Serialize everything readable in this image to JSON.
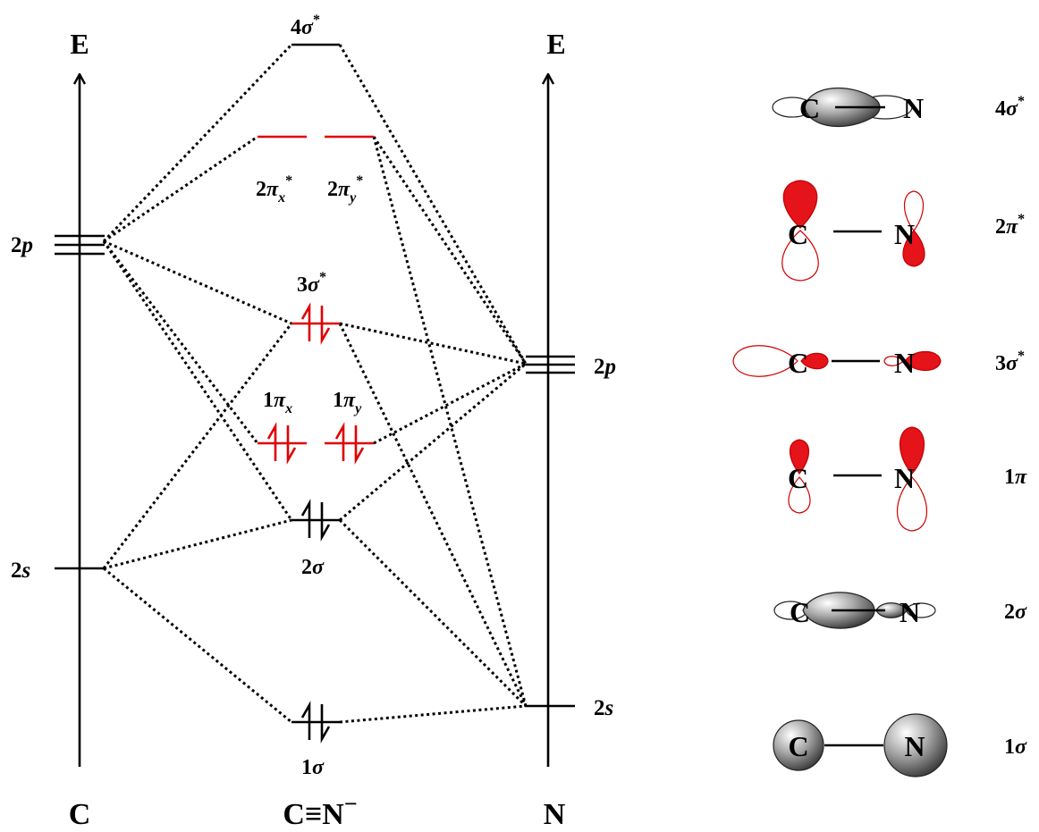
{
  "axes": {
    "left_energy": "E",
    "right_energy": "E",
    "left_atom": "C",
    "center_molecule": "C≡N",
    "center_charge": "−",
    "right_atom": "N"
  },
  "atomic_orbitals": {
    "c_2p": {
      "num": "2",
      "sym": "p"
    },
    "c_2s": {
      "num": "2",
      "sym": "s"
    },
    "n_2p": {
      "num": "2",
      "sym": "p"
    },
    "n_2s": {
      "num": "2",
      "sym": "s"
    }
  },
  "molecular_orbitals": {
    "sigma4_star": {
      "num": "4",
      "sym": "σ",
      "sup": "*"
    },
    "pi2x_star": {
      "num": "2",
      "sym": "π",
      "sub": "x",
      "sup": "*"
    },
    "pi2y_star": {
      "num": "2",
      "sym": "π",
      "sub": "y",
      "sup": "*"
    },
    "sigma3_star": {
      "num": "3",
      "sym": "σ",
      "sup": "*"
    },
    "pi1x": {
      "num": "1",
      "sym": "π",
      "sub": "x"
    },
    "pi1y": {
      "num": "1",
      "sym": "π",
      "sub": "y"
    },
    "sigma2": {
      "num": "2",
      "sym": "σ"
    },
    "sigma1": {
      "num": "1",
      "sym": "σ"
    }
  },
  "orbital_pictures": {
    "atom_c": "C",
    "atom_n": "N",
    "rows": [
      {
        "num": "4",
        "sym": "σ",
        "sup": "*"
      },
      {
        "num": "2",
        "sym": "π",
        "sup": "*"
      },
      {
        "num": "3",
        "sym": "σ",
        "sup": "*"
      },
      {
        "num": "1",
        "sym": "π"
      },
      {
        "num": "2",
        "sym": "σ"
      },
      {
        "num": "1",
        "sym": "σ"
      }
    ]
  },
  "colors": {
    "highlight": "#e00000",
    "default": "#000000",
    "lobe_gray": "#6f6f6f"
  }
}
